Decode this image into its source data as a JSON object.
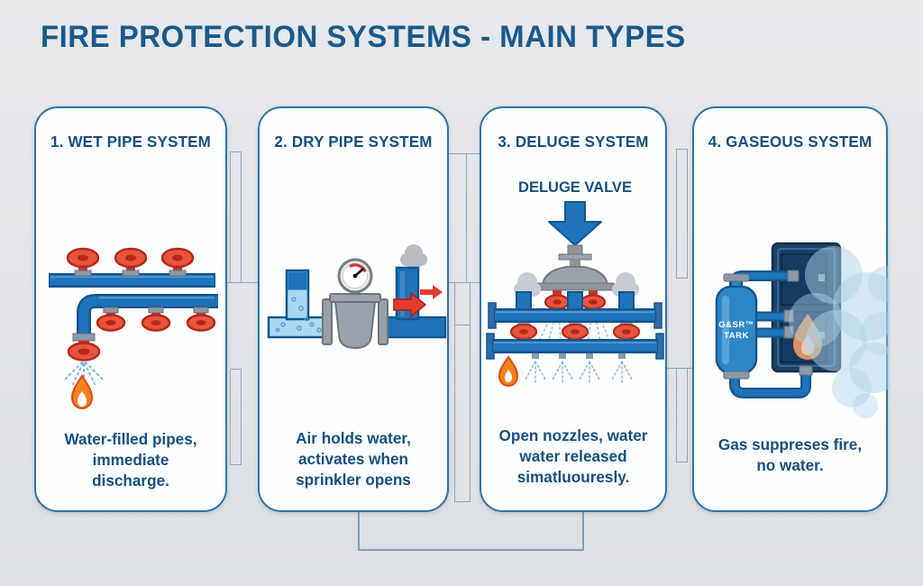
{
  "title": "FIRE PROTECTION SYSTEMS - MAIN TYPES",
  "colors": {
    "background": "#e3e5e8",
    "title_text": "#1a5a8c",
    "panel_border": "#2e74a8",
    "panel_background": "#fcfeff",
    "body_text": "#174f80",
    "pipe_blue": "#1e73ba",
    "pipe_outline": "#14568e",
    "water_light_blue": "#a8d8f2",
    "valve_red": "#e8553f",
    "valve_red_dark": "#b7271b",
    "flame_orange": "#f5821f",
    "metal_gray": "#9aa3ab",
    "smoke_gray": "#b6bcc2",
    "mist_blue": "#aed3e8",
    "connector_line": "#8ea9bf"
  },
  "icons": {
    "flame-icon": "orange teardrop flame with white core",
    "smoke-icon": "gray cloud puff",
    "valve-wheel-icon": "red round handwheel on pipe",
    "sprinkler-icon": "red sprinkler head with spray",
    "pressure-gauge-icon": "round dial gauge with needle and red arc",
    "down-arrow-icon": "solid blue arrow pointing down",
    "flow-arrow-icon": "red arrow pointing right",
    "gas-tank-icon": "blue cylinder tank",
    "cabinet-icon": "dark blue equipment cabinet"
  },
  "panels": [
    {
      "id": "wet-pipe",
      "heading": "1. WET PIPE SYSTEM",
      "description": "Water-filled pipes,\nimmediate\ndischarge."
    },
    {
      "id": "dry-pipe",
      "heading": "2. DRY PIPE SYSTEM",
      "description": "Air holds water,\nactivates when\nsprinkler opens"
    },
    {
      "id": "deluge",
      "heading": "3. DELUGE SYSTEM",
      "description": "Open nozzles, water\nwater released\nsimatluouresly.",
      "valve_label": "DELUGE VALVE"
    },
    {
      "id": "gaseous",
      "heading": "4. GASEOUS SYSTEM",
      "description": "Gas suppreses fire,\nno water.",
      "tank_label_line1": "G&SR™",
      "tank_label_line2": "TARK"
    }
  ]
}
